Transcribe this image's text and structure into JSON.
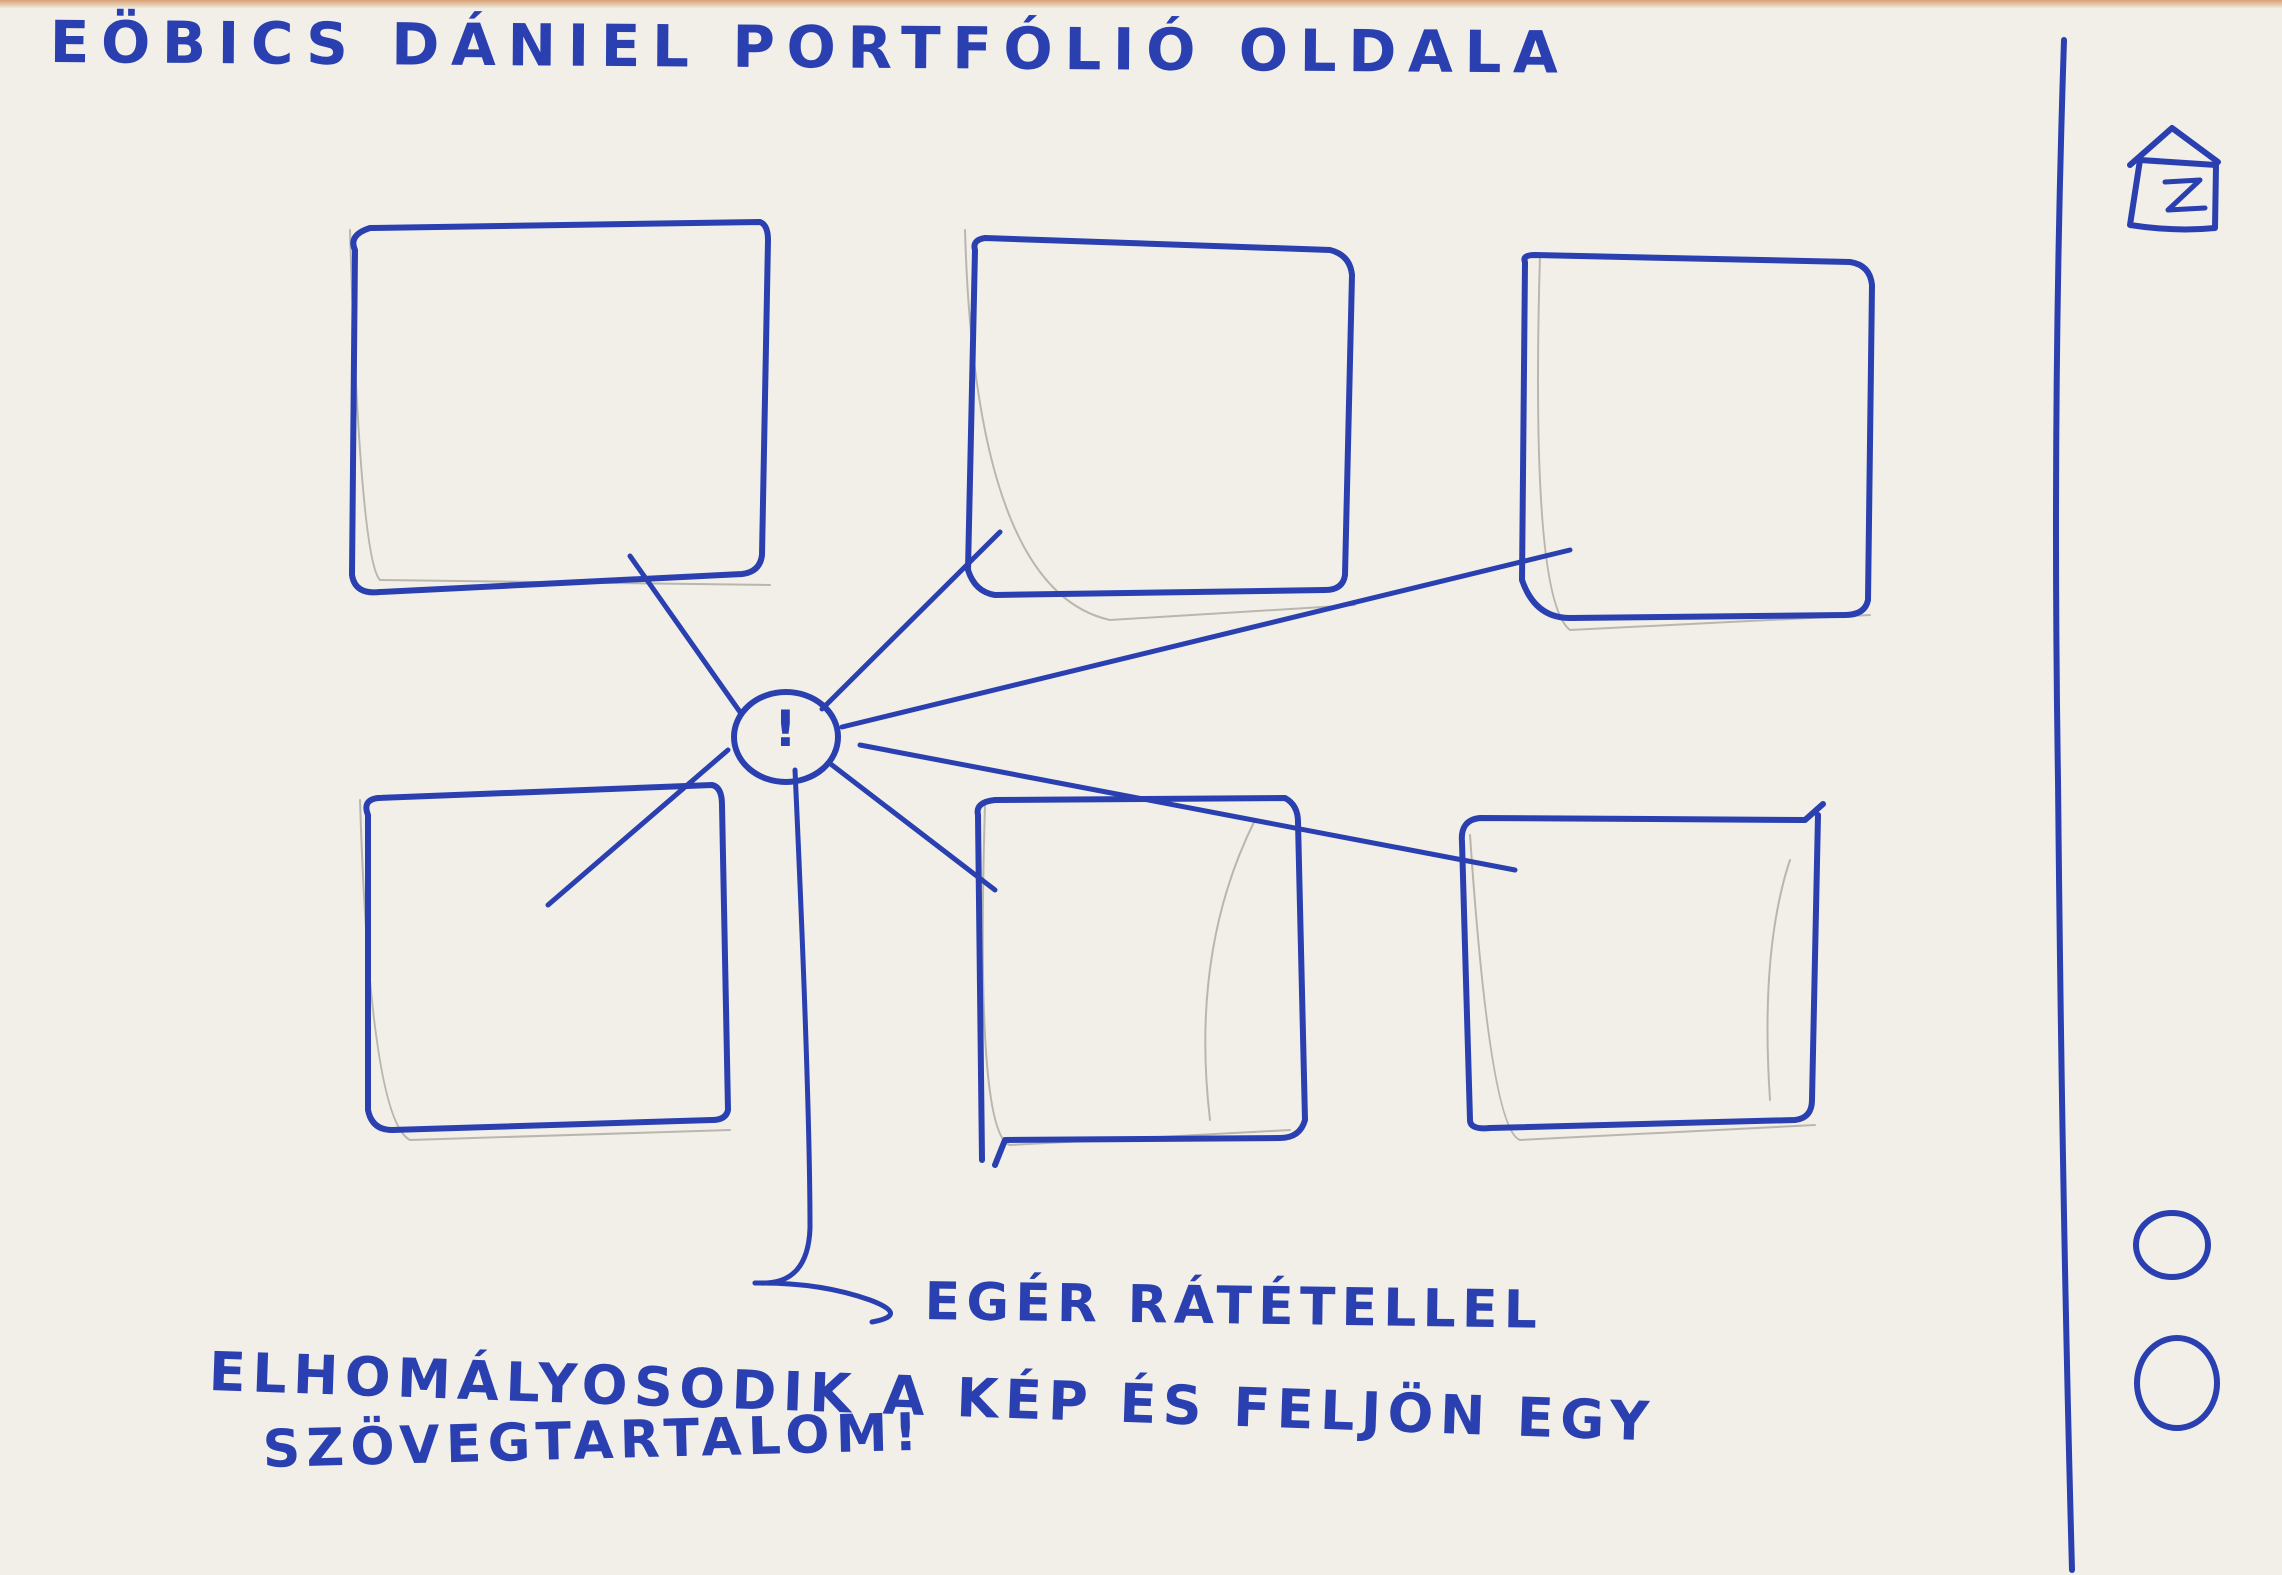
{
  "title": "EÖBICS DÁNIEL PORTFÓLIÓ OLDALA",
  "annotation": {
    "line1": "EGÉR RÁTÉTELLEL",
    "line2": "ELHOMÁLYOSODIK A KÉP ÉS FELJÖN EGY",
    "line3": "SZÖVEGTARTALOM!",
    "marker": "!"
  },
  "gallery": {
    "rows": 2,
    "columns": 3,
    "tile_count": 6
  },
  "sidebar": {
    "icons": [
      "home-icon",
      "circle-icon",
      "circle-icon"
    ]
  },
  "colors": {
    "ink": "#2a3fb0",
    "paper": "#f1efe8",
    "pencil": "#b9b6ae"
  }
}
